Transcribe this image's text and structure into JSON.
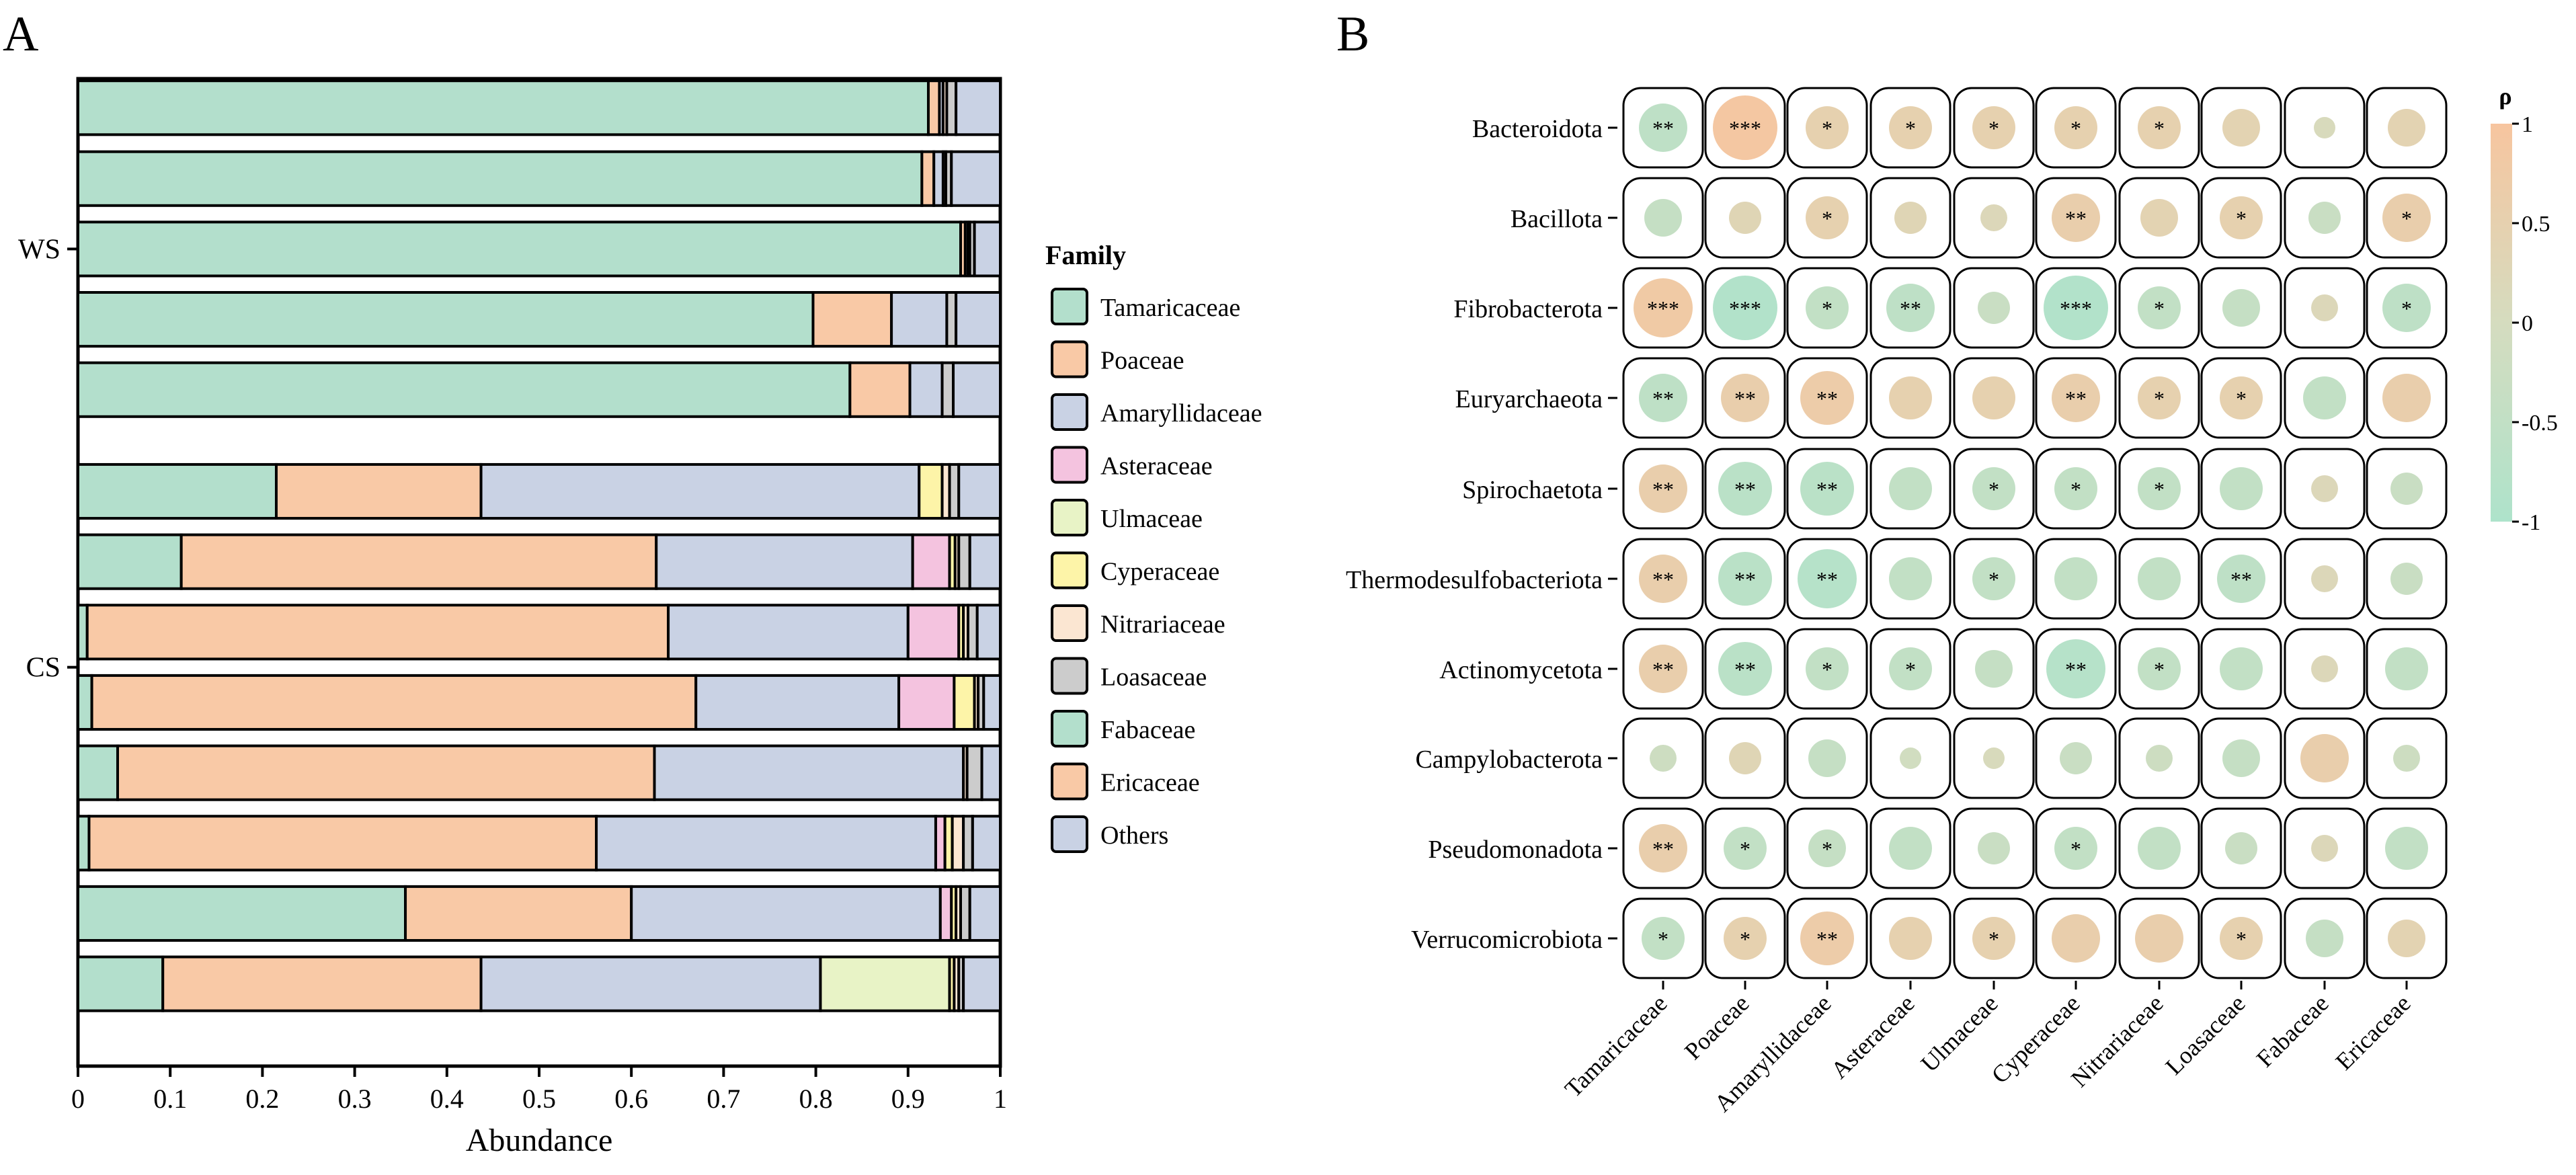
{
  "panels": {
    "a_label": "A",
    "b_label": "B"
  },
  "colors": {
    "Tamaricaceae": "#b3dfcc",
    "Poaceae": "#f9c9a6",
    "Amaryllidaceae": "#c9d2e4",
    "Asteraceae": "#f4c3df",
    "Ulmaceae": "#e8f3c6",
    "Cyperaceae": "#fdf4a8",
    "Nitrariaceae": "#fbe6d2",
    "Loasaceae": "#cccccc",
    "Fabaceae": "#b3dfcc",
    "Ericaceae": "#f9c9a6",
    "Others": "#c9d2e4",
    "positive": "#f7c59f",
    "neutral": "#d5dcbf",
    "negative": "#aee3cb"
  },
  "chart_data": [
    {
      "type": "bar",
      "orientation": "horizontal",
      "stacked": true,
      "xlabel": "Abundance",
      "xlim": [
        0,
        1
      ],
      "xticks": [
        "0",
        "0.1",
        "0.2",
        "0.3",
        "0.4",
        "0.5",
        "0.6",
        "0.7",
        "0.8",
        "0.9",
        "1"
      ],
      "groups": [
        {
          "label": "WS",
          "bars": [
            0,
            1,
            2,
            3,
            4
          ]
        },
        {
          "label": "CS",
          "bars": [
            5,
            6,
            7,
            8,
            9,
            10,
            11,
            12
          ]
        }
      ],
      "legend": {
        "title": "Family",
        "position": "right",
        "entries": [
          "Tamaricaceae",
          "Poaceae",
          "Amaryllidaceae",
          "Asteraceae",
          "Ulmaceae",
          "Cyperaceae",
          "Nitrariaceae",
          "Loasaceae",
          "Fabaceae",
          "Ericaceae",
          "Others"
        ]
      },
      "series_order": [
        "Tamaricaceae",
        "Poaceae",
        "Amaryllidaceae",
        "Asteraceae",
        "Ulmaceae",
        "Cyperaceae",
        "Nitrariaceae",
        "Loasaceae",
        "Fabaceae",
        "Ericaceae",
        "Others"
      ],
      "bars": [
        {
          "Tamaricaceae": 0.922,
          "Poaceae": 0.012,
          "Amaryllidaceae": 0.004,
          "Asteraceae": 0.0,
          "Ulmaceae": 0.0,
          "Cyperaceae": 0.0,
          "Nitrariaceae": 0.004,
          "Loasaceae": 0.01,
          "Fabaceae": 0.0,
          "Ericaceae": 0.0,
          "Others": 0.048
        },
        {
          "Tamaricaceae": 0.915,
          "Poaceae": 0.013,
          "Amaryllidaceae": 0.01,
          "Asteraceae": 0.0,
          "Ulmaceae": 0.0,
          "Cyperaceae": 0.0,
          "Nitrariaceae": 0.003,
          "Loasaceae": 0.006,
          "Fabaceae": 0.0,
          "Ericaceae": 0.0,
          "Others": 0.053
        },
        {
          "Tamaricaceae": 0.957,
          "Poaceae": 0.005,
          "Amaryllidaceae": 0.003,
          "Asteraceae": 0.0,
          "Ulmaceae": 0.0,
          "Cyperaceae": 0.0,
          "Nitrariaceae": 0.002,
          "Loasaceae": 0.005,
          "Fabaceae": 0.0,
          "Ericaceae": 0.0,
          "Others": 0.028
        },
        {
          "Tamaricaceae": 0.797,
          "Poaceae": 0.085,
          "Amaryllidaceae": 0.06,
          "Asteraceae": 0.0,
          "Ulmaceae": 0.0,
          "Cyperaceae": 0.0,
          "Nitrariaceae": 0.0,
          "Loasaceae": 0.01,
          "Fabaceae": 0.0,
          "Ericaceae": 0.0,
          "Others": 0.048
        },
        {
          "Tamaricaceae": 0.837,
          "Poaceae": 0.065,
          "Amaryllidaceae": 0.035,
          "Asteraceae": 0.0,
          "Ulmaceae": 0.0,
          "Cyperaceae": 0.0,
          "Nitrariaceae": 0.0,
          "Loasaceae": 0.012,
          "Fabaceae": 0.0,
          "Ericaceae": 0.0,
          "Others": 0.051
        },
        {
          "Tamaricaceae": 0.215,
          "Poaceae": 0.222,
          "Amaryllidaceae": 0.475,
          "Asteraceae": 0.0,
          "Ulmaceae": 0.0,
          "Cyperaceae": 0.025,
          "Nitrariaceae": 0.008,
          "Loasaceae": 0.01,
          "Fabaceae": 0.0,
          "Ericaceae": 0.0,
          "Others": 0.045
        },
        {
          "Tamaricaceae": 0.112,
          "Poaceae": 0.515,
          "Amaryllidaceae": 0.278,
          "Asteraceae": 0.04,
          "Ulmaceae": 0.0,
          "Cyperaceae": 0.006,
          "Nitrariaceae": 0.004,
          "Loasaceae": 0.012,
          "Fabaceae": 0.0,
          "Ericaceae": 0.0,
          "Others": 0.033
        },
        {
          "Tamaricaceae": 0.01,
          "Poaceae": 0.63,
          "Amaryllidaceae": 0.26,
          "Asteraceae": 0.055,
          "Ulmaceae": 0.0,
          "Cyperaceae": 0.005,
          "Nitrariaceae": 0.005,
          "Loasaceae": 0.01,
          "Fabaceae": 0.0,
          "Ericaceae": 0.0,
          "Others": 0.025
        },
        {
          "Tamaricaceae": 0.015,
          "Poaceae": 0.655,
          "Amaryllidaceae": 0.22,
          "Asteraceae": 0.06,
          "Ulmaceae": 0.0,
          "Cyperaceae": 0.022,
          "Nitrariaceae": 0.004,
          "Loasaceae": 0.006,
          "Fabaceae": 0.0,
          "Ericaceae": 0.0,
          "Others": 0.018
        },
        {
          "Tamaricaceae": 0.043,
          "Poaceae": 0.582,
          "Amaryllidaceae": 0.335,
          "Asteraceae": 0.0,
          "Ulmaceae": 0.0,
          "Cyperaceae": 0.0,
          "Nitrariaceae": 0.004,
          "Loasaceae": 0.016,
          "Fabaceae": 0.0,
          "Ericaceae": 0.0,
          "Others": 0.02
        },
        {
          "Tamaricaceae": 0.012,
          "Poaceae": 0.55,
          "Amaryllidaceae": 0.368,
          "Asteraceae": 0.01,
          "Ulmaceae": 0.0,
          "Cyperaceae": 0.008,
          "Nitrariaceae": 0.012,
          "Loasaceae": 0.01,
          "Fabaceae": 0.0,
          "Ericaceae": 0.0,
          "Others": 0.03
        },
        {
          "Tamaricaceae": 0.355,
          "Poaceae": 0.245,
          "Amaryllidaceae": 0.335,
          "Asteraceae": 0.012,
          "Ulmaceae": 0.0,
          "Cyperaceae": 0.005,
          "Nitrariaceae": 0.005,
          "Loasaceae": 0.01,
          "Fabaceae": 0.0,
          "Ericaceae": 0.0,
          "Others": 0.033
        },
        {
          "Tamaricaceae": 0.092,
          "Poaceae": 0.345,
          "Amaryllidaceae": 0.368,
          "Asteraceae": 0.0,
          "Ulmaceae": 0.14,
          "Cyperaceae": 0.005,
          "Nitrariaceae": 0.005,
          "Loasaceae": 0.005,
          "Fabaceae": 0.0,
          "Ericaceae": 0.0,
          "Others": 0.04
        }
      ]
    },
    {
      "type": "heatmap",
      "style": "circle-correlation",
      "legend_title": "ρ",
      "colorbar": {
        "ticks": [
          "1",
          "0.5",
          "0",
          "-0.5",
          "-1"
        ],
        "range": [
          -1,
          1
        ],
        "position": "right"
      },
      "rows": [
        "Bacteroidota",
        "Bacillota",
        "Fibrobacterota",
        "Euryarchaeota",
        "Spirochaetota",
        "Thermodesulfobacteriota",
        "Actinomycetota",
        "Campylobacterota",
        "Pseudomonadota",
        "Verrucomicrobiota"
      ],
      "columns": [
        "Tamaricaceae",
        "Poaceae",
        "Amaryllidaceae",
        "Asteraceae",
        "Ulmaceae",
        "Cyperaceae",
        "Nitrariaceae",
        "Loasaceae",
        "Fabaceae",
        "Ericaceae"
      ],
      "rho": [
        [
          -0.6,
          0.9,
          0.5,
          0.5,
          0.5,
          0.5,
          0.5,
          0.4,
          0.1,
          0.4
        ],
        [
          -0.4,
          0.3,
          0.5,
          0.3,
          0.2,
          0.6,
          0.4,
          0.5,
          -0.3,
          0.6
        ],
        [
          0.8,
          -0.9,
          -0.5,
          -0.6,
          -0.3,
          -0.9,
          -0.5,
          -0.4,
          0.2,
          -0.6
        ],
        [
          -0.6,
          0.6,
          0.7,
          0.5,
          0.5,
          0.6,
          0.5,
          0.5,
          -0.5,
          0.6
        ],
        [
          0.6,
          -0.7,
          -0.7,
          -0.5,
          -0.5,
          -0.5,
          -0.5,
          -0.5,
          0.2,
          -0.3
        ],
        [
          0.6,
          -0.7,
          -0.8,
          -0.5,
          -0.5,
          -0.5,
          -0.5,
          -0.6,
          0.2,
          -0.3
        ],
        [
          0.6,
          -0.7,
          -0.5,
          -0.5,
          -0.4,
          -0.8,
          -0.5,
          -0.5,
          0.2,
          -0.5
        ],
        [
          -0.2,
          0.3,
          -0.4,
          -0.1,
          0.1,
          -0.3,
          -0.2,
          -0.4,
          0.6,
          -0.2
        ],
        [
          0.6,
          -0.5,
          -0.4,
          -0.5,
          -0.3,
          -0.5,
          -0.5,
          -0.3,
          0.2,
          -0.5
        ],
        [
          -0.5,
          0.5,
          0.7,
          0.5,
          0.5,
          0.6,
          0.6,
          0.5,
          -0.4,
          0.4
        ]
      ],
      "significance": [
        [
          "**",
          "***",
          "*",
          "*",
          "*",
          "*",
          "*",
          "",
          "",
          ""
        ],
        [
          "",
          "",
          "*",
          "",
          "",
          "**",
          "",
          "*",
          "",
          "*"
        ],
        [
          "***",
          "***",
          "*",
          "**",
          "",
          "***",
          "*",
          "",
          "",
          "*"
        ],
        [
          "**",
          "**",
          "**",
          "",
          "",
          "**",
          "*",
          "*",
          "",
          ""
        ],
        [
          "**",
          "**",
          "**",
          "",
          "*",
          "*",
          "*",
          "",
          "",
          ""
        ],
        [
          "**",
          "**",
          "**",
          "",
          "*",
          "",
          "",
          "**",
          "",
          ""
        ],
        [
          "**",
          "**",
          "*",
          "*",
          "",
          "**",
          "*",
          "",
          "",
          ""
        ],
        [
          "",
          "",
          "",
          "",
          "",
          "",
          "",
          "",
          "",
          ""
        ],
        [
          "**",
          "*",
          "*",
          "",
          "",
          "*",
          "",
          "",
          "",
          ""
        ],
        [
          "*",
          "*",
          "**",
          "",
          "*",
          "",
          "",
          "*",
          "",
          ""
        ]
      ]
    }
  ]
}
